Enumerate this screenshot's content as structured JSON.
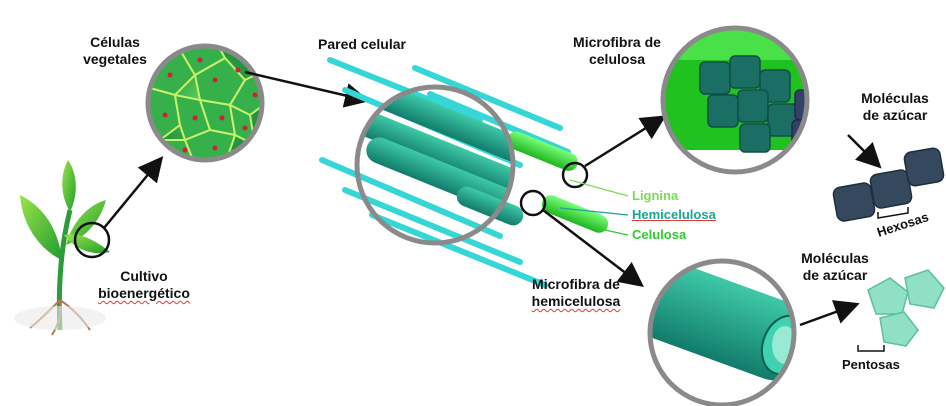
{
  "labels": {
    "plant_cells": [
      "Células",
      "vegetales"
    ],
    "cell_wall": "Pared celular",
    "cellulose_microfibril": [
      "Microfibra de",
      "celulosa"
    ],
    "sugar_molecules_top": [
      "Moléculas",
      "de azúcar"
    ],
    "hexoses": "Hexosas",
    "lignin": "Lignina",
    "hemicellulose": "Hemicelulosa",
    "cellulose": "Celulosa",
    "bioenergy_crop": [
      "Cultivo",
      "bioenergético"
    ],
    "hemicellulose_microfibril": [
      "Microfibra de",
      "hemicelulosa"
    ],
    "sugar_molecules_bottom": [
      "Moléculas",
      "de azúcar"
    ],
    "pentoses": "Pentosas"
  },
  "colors": {
    "lignin": "#7ed957",
    "hemicellulose": "#1aa594",
    "cellulose": "#2ecc2e",
    "circle_border": "#8a8a8a",
    "hexose": "#34495e",
    "pentose": "#8fe0c4"
  }
}
